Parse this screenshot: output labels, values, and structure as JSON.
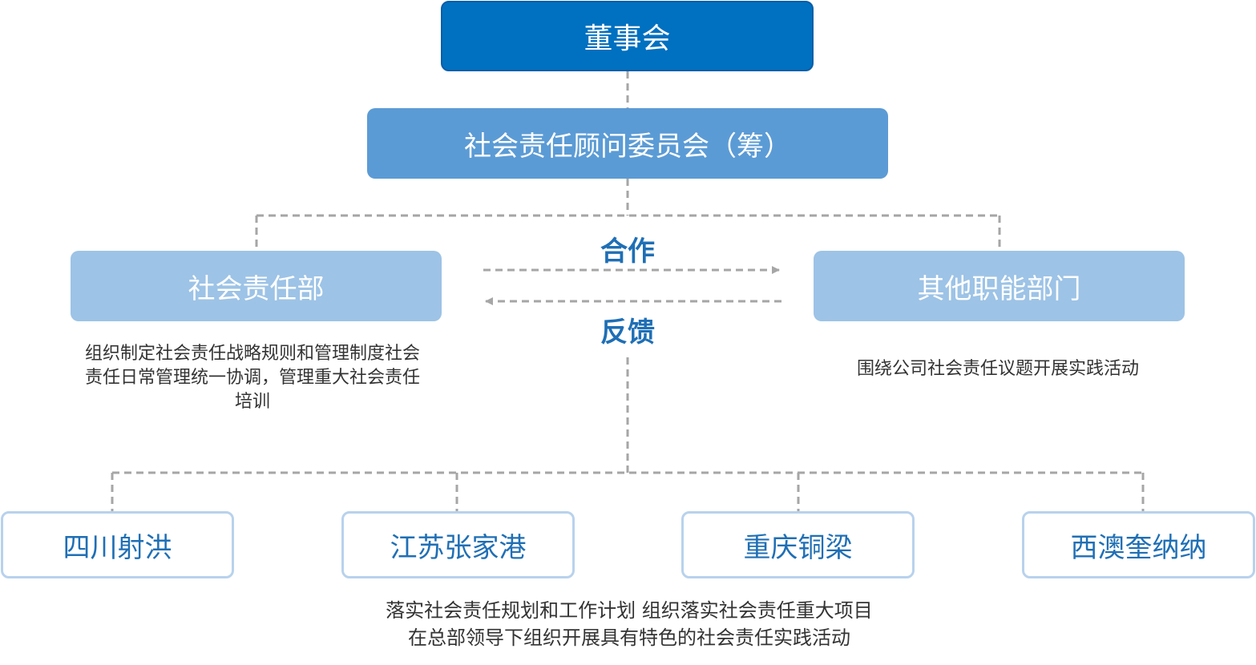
{
  "nodes": {
    "board": "董事会",
    "committee": "社会责任顾问委员会（筹）",
    "csr_department": "社会责任部",
    "other_departments": "其他职能部门"
  },
  "relations": {
    "cooperation": "合作",
    "feedback": "反馈"
  },
  "descriptions": {
    "csr_department": "组织制定社会责任战略规则和管理制度社会责任日常管理统一协调，管理重大社会责任培训",
    "other_departments": "围绕公司社会责任议题开展实践活动",
    "sites_line1": "落实社会责任规划和工作计划 组织落实社会责任重大项目",
    "sites_line2": "在总部领导下组织开展具有特色的社会责任实践活动"
  },
  "sites": [
    "四川射洪",
    "江苏张家港",
    "重庆铜梁",
    "西澳奎纳纳"
  ],
  "colors": {
    "board": "#0070c0",
    "committee": "#5b9bd5",
    "department": "#9dc3e6",
    "site_border": "#b8d2ec",
    "accent_text": "#1f6fb5",
    "connector": "#a6a6a6"
  }
}
